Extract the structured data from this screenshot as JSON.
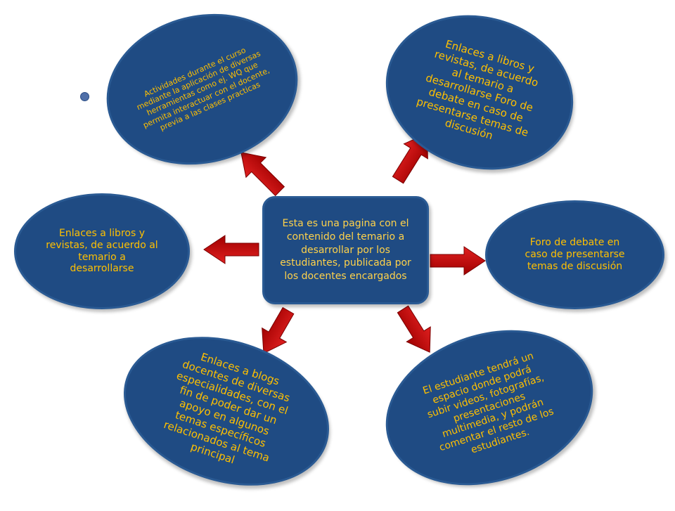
{
  "diagram": {
    "center_text": "Esta es una pagina con el contenido del temario  a desarrollar por los estudiantes, publicada por los docentes encargados",
    "nodes": {
      "top_left": "Actividades durante el curso mediante la aplicación de diversas herramientas como ej.  WQ que permita interactuar con el docente, previa a las clases practicas",
      "top_right": "Enlaces a libros y revistas, de acuerdo al temario a desarrollarse Foro de debate en caso de presentarse  temas de discusión",
      "left": "Enlaces a libros y revistas, de acuerdo al temario a desarrollarse",
      "right": "Foro de debate en caso de presentarse temas de discusión",
      "bottom_left": "Enlaces a blogs docentes de diversas especialidades,  con el fin de poder dar un apoyo en algunos temas específicos relacionados al tema principal",
      "bottom_right": "El estudiante tendrá un espacio donde podrá subir videos, fotografías, presentaciones multimedia, y podrán comentar el resto de los estudiantes."
    },
    "colors": {
      "node_fill": "#1f4b83",
      "text": "#ffc000",
      "arrow_fill": "#c00000"
    }
  }
}
